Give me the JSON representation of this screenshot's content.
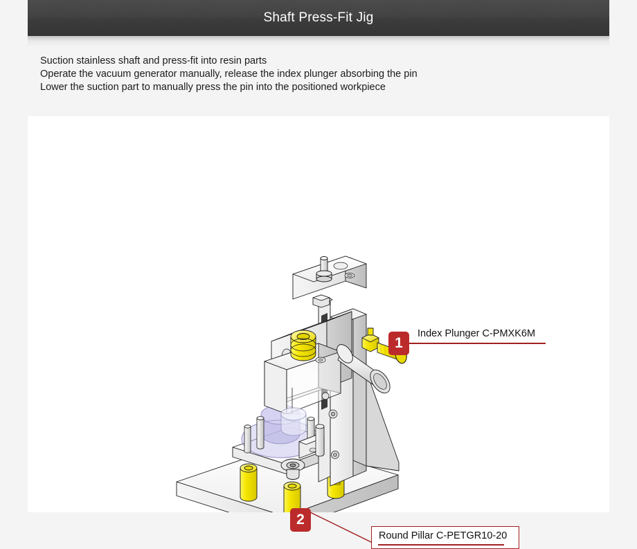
{
  "header": {
    "title": "Shaft Press-Fit Jig"
  },
  "description": {
    "lines": [
      "Suction stainless shaft and press-fit into resin parts",
      "Operate the vacuum generator manually, release the index plunger absorbing the pin",
      "Lower the suction part to manually press the pin into the positioned workpiece"
    ]
  },
  "illustration": {
    "name": "shaft-press-fit-jig-assembly-drawing",
    "view": "isometric",
    "colors": {
      "metal_light": "#f2f2f2",
      "metal_mid": "#dcdcdc",
      "metal_dark": "#b9b9b9",
      "outline": "#1a1a1a",
      "highlight_yellow": "#f5e500",
      "highlight_yellow_dark": "#d2c400",
      "resin_lavender": "#c8c6ea",
      "accent_red": "#bc2b2b"
    }
  },
  "callouts": [
    {
      "number": "1",
      "label": "Index Plunger  C-PMXK6M",
      "style": "underline"
    },
    {
      "number": "2",
      "label": "Round Pillar  C-PETGR10-20",
      "style": "boxed"
    }
  ]
}
